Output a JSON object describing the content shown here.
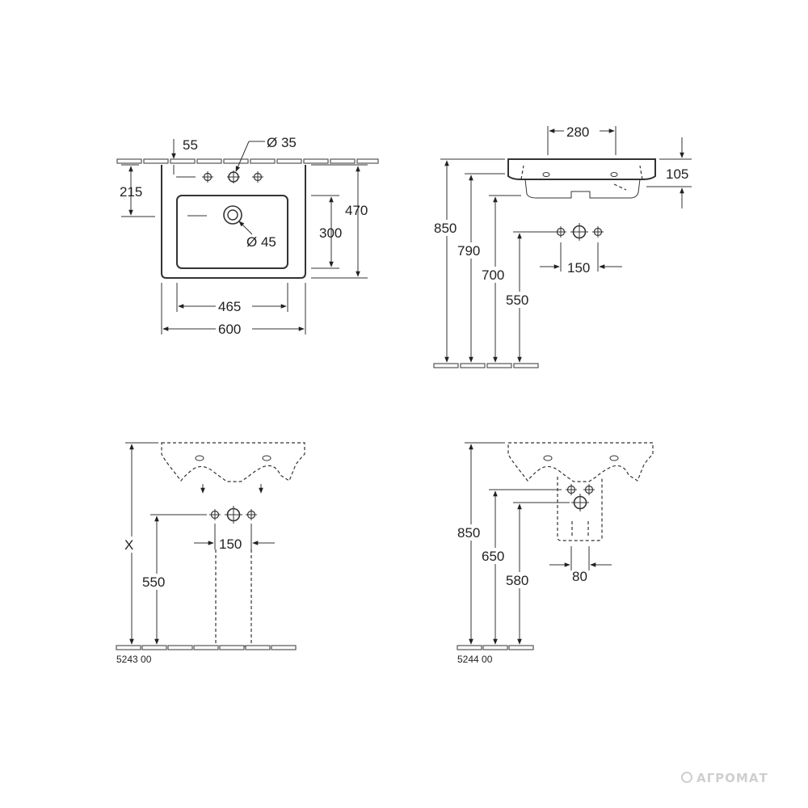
{
  "top_view": {
    "dim_55": "55",
    "dim_dia35": "Ø 35",
    "dim_215": "215",
    "dim_470": "470",
    "dim_300": "300",
    "dim_dia45": "Ø 45",
    "dim_465": "465",
    "dim_600": "600"
  },
  "side_view": {
    "dim_280": "280",
    "dim_105": "105",
    "dim_850": "850",
    "dim_790": "790",
    "dim_700": "700",
    "dim_550": "550",
    "dim_150": "150"
  },
  "pedestal_view": {
    "dim_x": "X",
    "dim_550": "550",
    "dim_150": "150",
    "code": "5243 00"
  },
  "semi_pedestal_view": {
    "dim_850": "850",
    "dim_650": "650",
    "dim_580": "580",
    "dim_80": "80",
    "code": "5244 00"
  },
  "watermark": "АГРОМАТ"
}
